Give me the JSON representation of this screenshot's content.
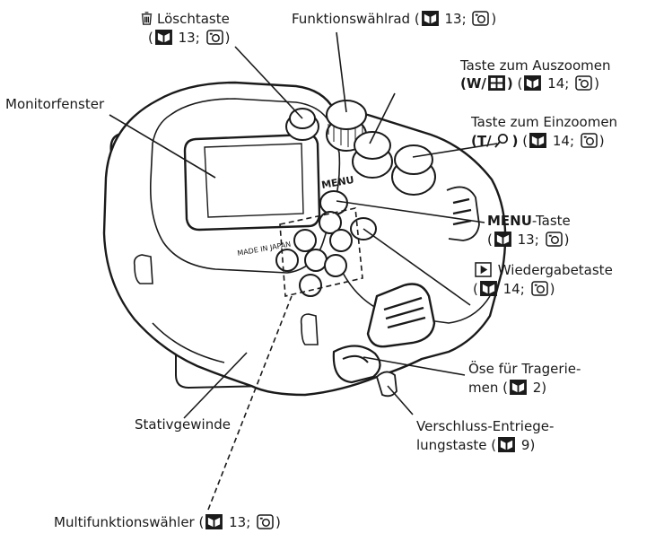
{
  "labels": {
    "loesch": {
      "name": "Löschtaste",
      "ref_page": "13"
    },
    "funktion": {
      "name": "Funktionswählrad",
      "ref_page": "13"
    },
    "auszoom": {
      "line1": "Taste zum Auszoomen",
      "prefix": "(W/",
      "suffix": ")",
      "ref_page": "14"
    },
    "einzoom": {
      "line1": "Taste zum Einzoomen",
      "prefix": "(T/",
      "suffix": ")",
      "ref_page": "14"
    },
    "monitor": {
      "name": "Monitorfenster"
    },
    "menu": {
      "bold": "MENU",
      "rest": "-Taste",
      "ref_page": "13"
    },
    "wiedergabe": {
      "name": "Wiedergabetaste",
      "ref_page": "14"
    },
    "oese": {
      "line1": "Öse für Tragerie-",
      "line2_prefix": "men (",
      "ref_page": "2",
      "line2_suffix": ")"
    },
    "verschluss": {
      "line1": "Verschluss-Entriege-",
      "line2_prefix": "lungstaste (",
      "ref_page": "9",
      "line2_suffix": ")"
    },
    "stativ": {
      "name": "Stativgewinde"
    },
    "multi": {
      "name": "Multifunktionswähler (",
      "ref_page": "13",
      "suffix": ")"
    }
  },
  "housing_text": {
    "made_in": "MADE IN JAPAN",
    "menu_print": "MENU"
  },
  "icons": {
    "reference": "book-icon",
    "camera": "camera-ref-icon",
    "trash": "trash-icon",
    "thumbnails": "thumbnail-grid-icon",
    "magnifier": "magnifier-icon",
    "play": "play-icon"
  },
  "colors": {
    "line": "#1a1a1a",
    "book_icon": "#1a1a1a"
  }
}
